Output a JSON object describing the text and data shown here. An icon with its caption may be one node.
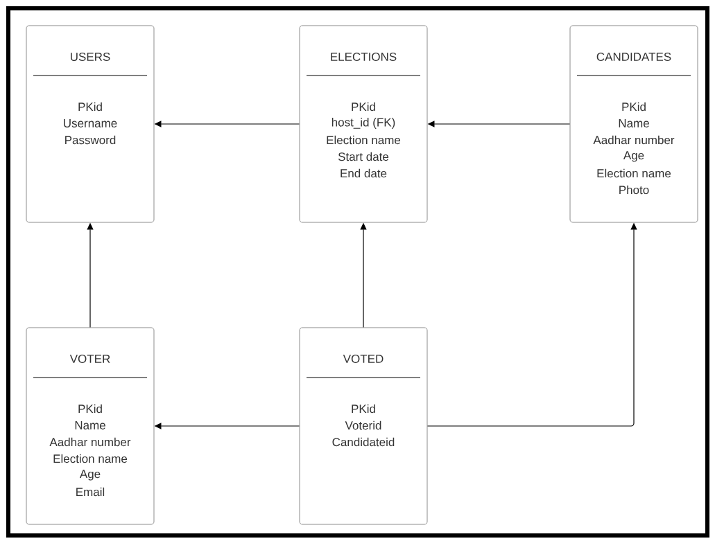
{
  "diagram": {
    "nodes": [
      {
        "text": [
          "USERS",
          "PKid",
          "Username",
          "Password"
        ]
      },
      {
        "text": [
          "ELECTIONS",
          "PKid",
          "host_id (FK)",
          "Election name",
          "Start date",
          "End date"
        ]
      },
      {
        "text": [
          "CANDIDATES",
          "PKid",
          "Name",
          "Aadhar number",
          "Age",
          "Election name",
          "Photo"
        ]
      },
      {
        "text": [
          "VOTER",
          "PKid",
          "Name",
          "Aadhar number",
          "Election name",
          "Age",
          "Email"
        ]
      },
      {
        "text": [
          "VOTED",
          "PKid",
          "Voterid",
          "Candidateid"
        ]
      }
    ],
    "edges": [
      {
        "from": 1,
        "to": 0,
        "arrow": "to"
      },
      {
        "from": 2,
        "to": 1,
        "arrow": "to"
      },
      {
        "from": 3,
        "to": 0,
        "arrow": "to"
      },
      {
        "from": 4,
        "to": 1,
        "arrow": "to"
      },
      {
        "from": 4,
        "to": 3,
        "arrow": "to"
      },
      {
        "from": 4,
        "to": 2,
        "arrow": "to"
      }
    ]
  }
}
